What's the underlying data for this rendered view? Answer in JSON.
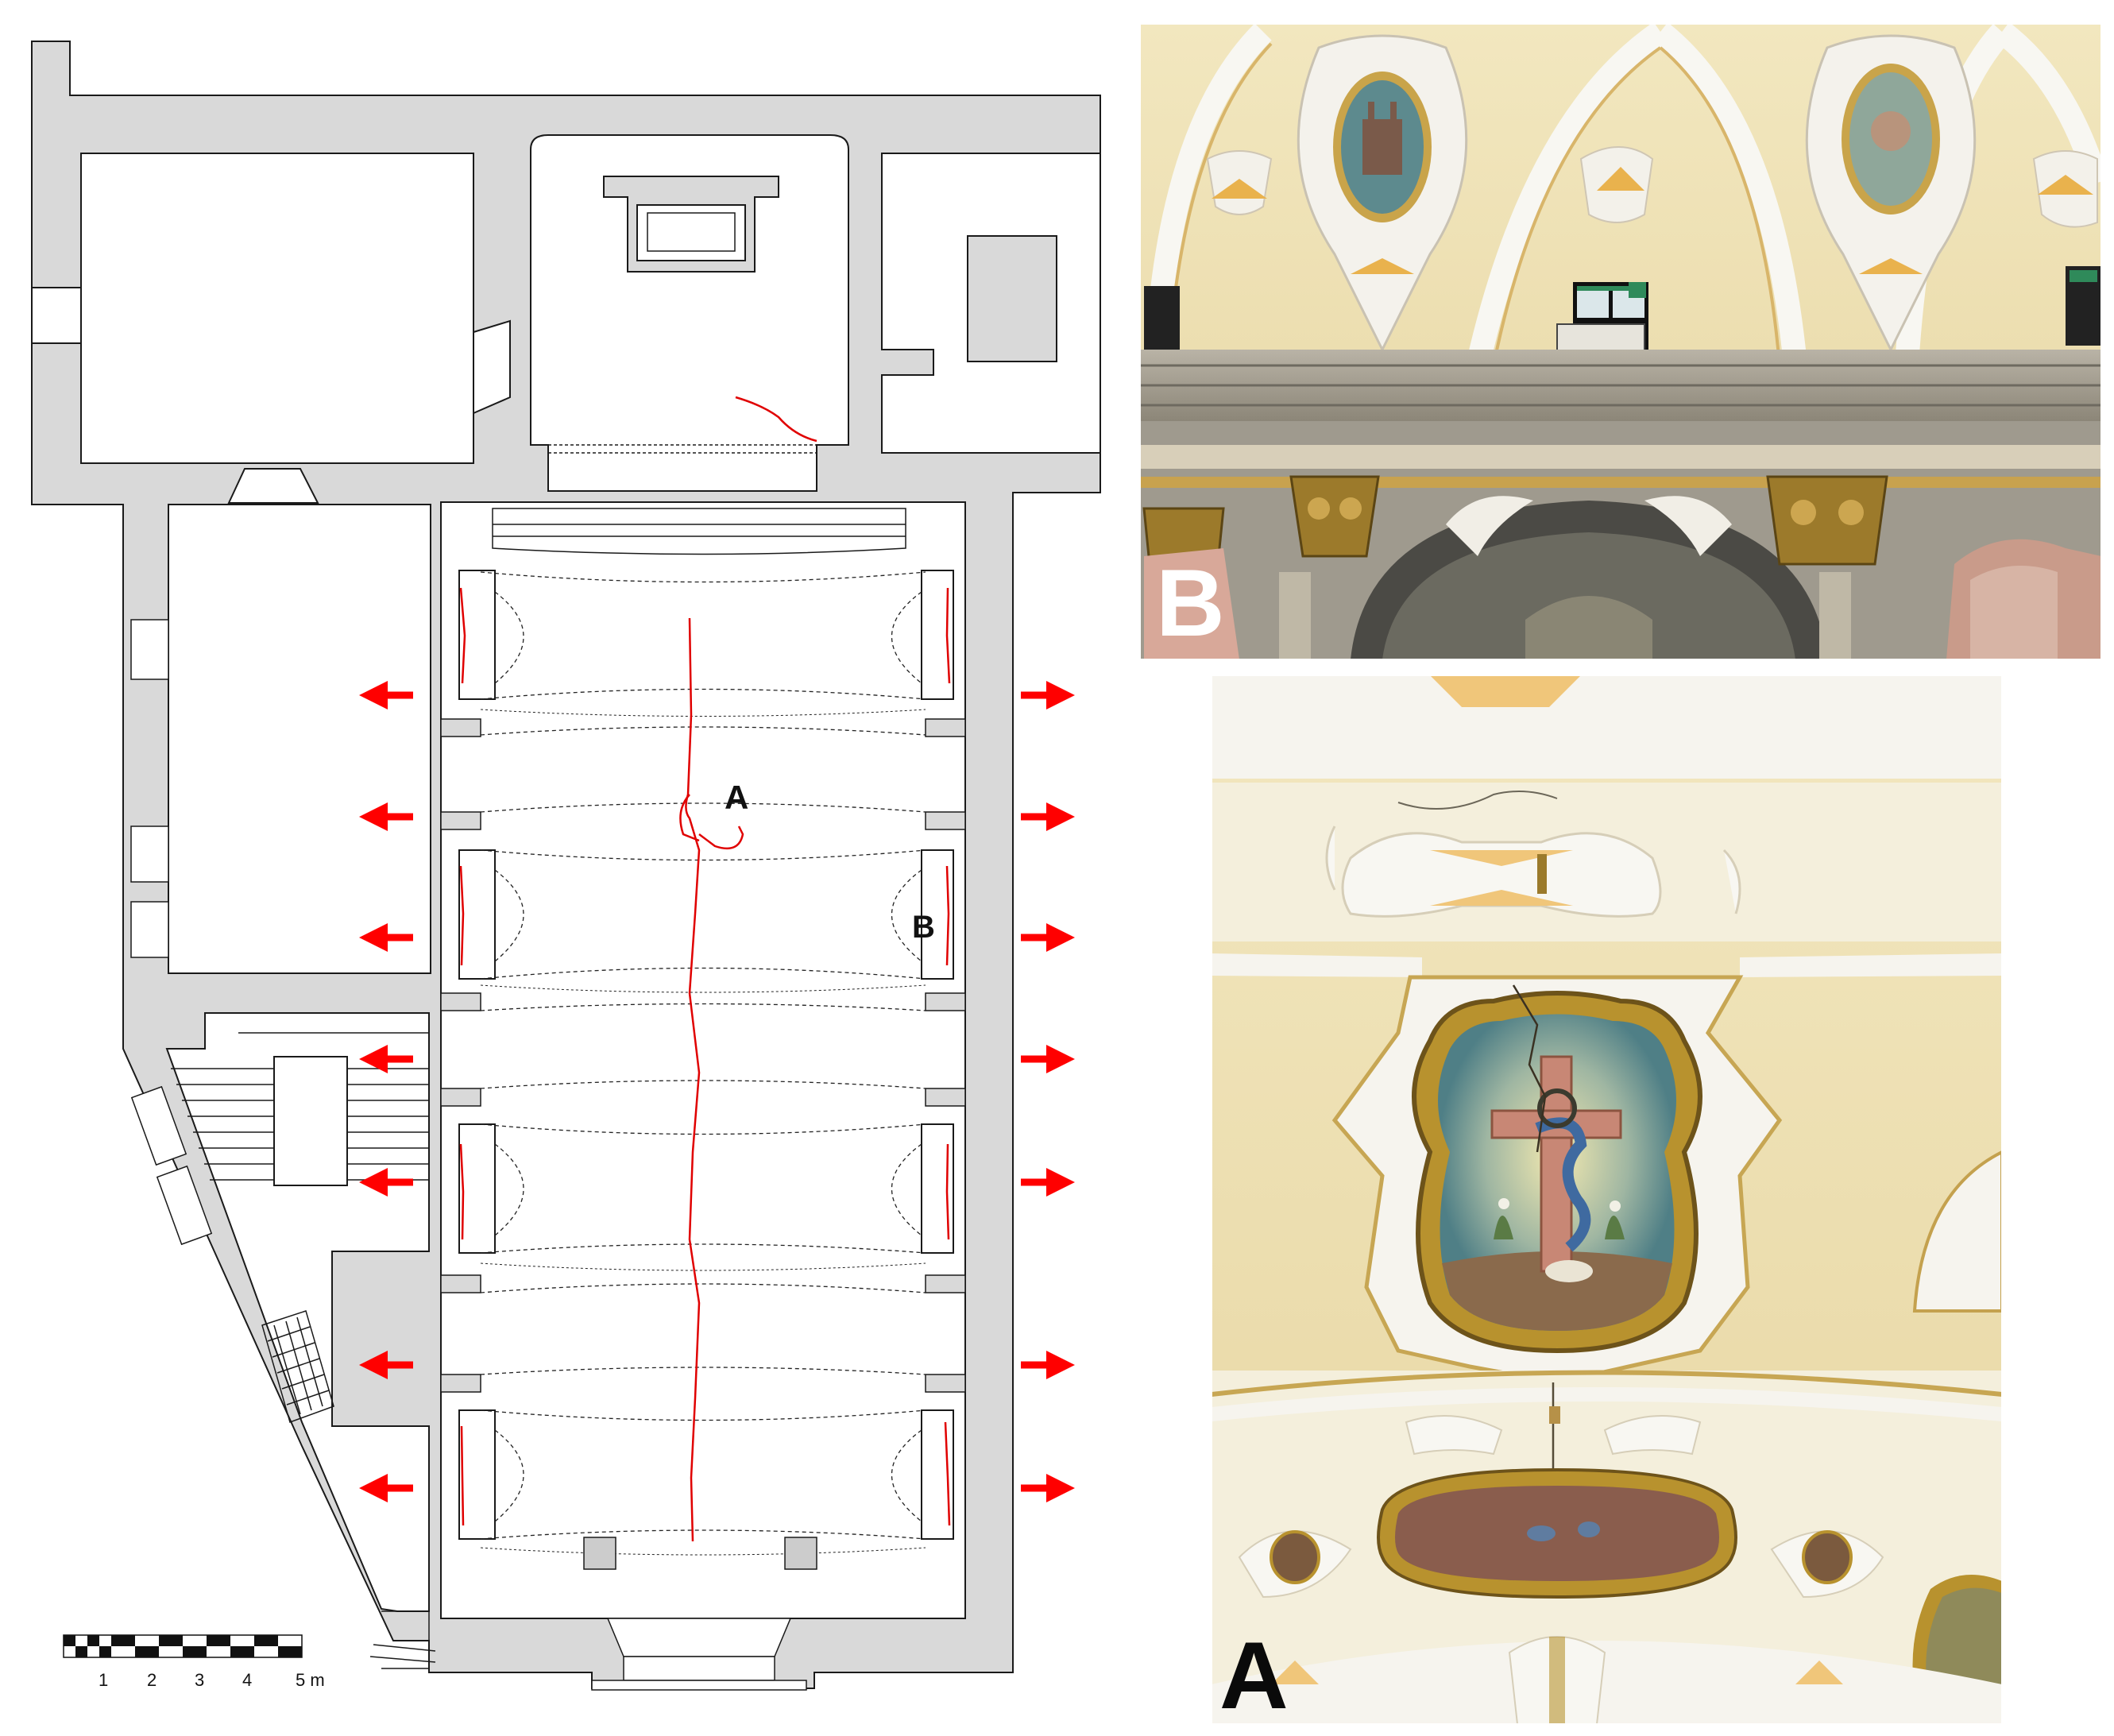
{
  "plan": {
    "label_a": "A",
    "label_b": "B",
    "scale": {
      "ticks": [
        "1",
        "2",
        "3",
        "4",
        "5 m"
      ]
    }
  },
  "photos": {
    "b": {
      "letter": "B"
    },
    "a": {
      "letter": "A"
    }
  },
  "colors": {
    "wall": "#d9d9d9",
    "line": "#1a1a1a",
    "crack": "#e00000",
    "arrow": "#ff0000",
    "vault_yellow": "#f0e4b4",
    "stucco_white": "#f6f4ee",
    "gold": "#b8922e"
  }
}
